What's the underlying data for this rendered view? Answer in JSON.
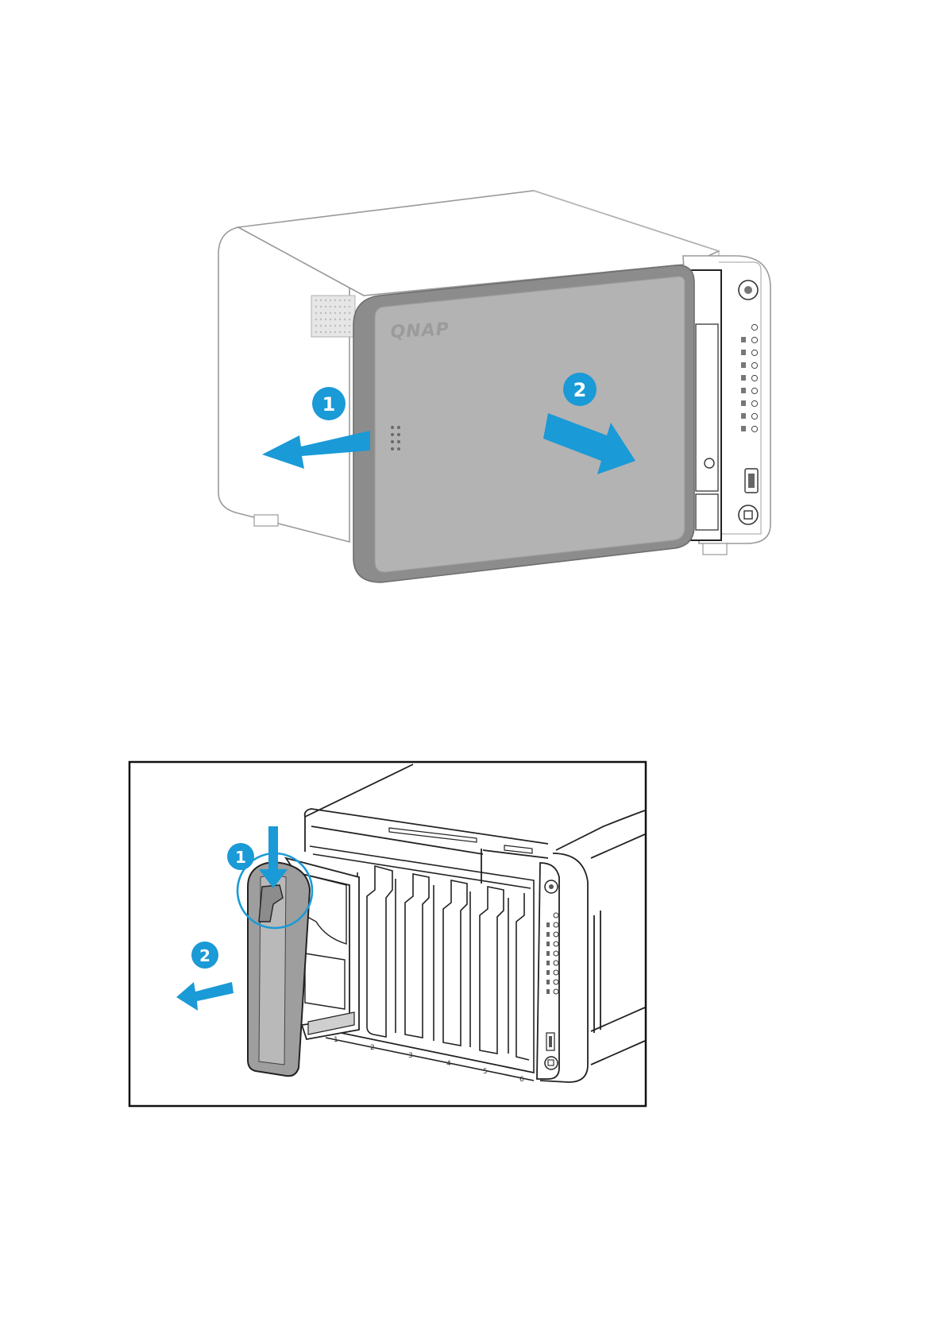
{
  "figure1": {
    "logo": "QNAP",
    "steps": [
      {
        "label": "1"
      },
      {
        "label": "2"
      }
    ],
    "colors": {
      "accent": "#1a9ad6",
      "cover": "#b3b3b3",
      "cover_edge": "#8c8c8c"
    },
    "icons": [
      "arrow-left-icon",
      "arrow-right-icon",
      "power-button-icon",
      "usb-port-icon",
      "copy-button-icon"
    ]
  },
  "figure2": {
    "steps": [
      {
        "label": "1"
      },
      {
        "label": "2"
      }
    ],
    "bay_numbers": [
      "1",
      "2",
      "3",
      "4",
      "5",
      "6"
    ],
    "colors": {
      "accent": "#1a9ad6",
      "tray": "#9e9e9e"
    },
    "icons": [
      "arrow-down-icon",
      "arrow-left-icon",
      "release-latch-callout-icon",
      "power-button-icon",
      "usb-port-icon",
      "copy-button-icon"
    ]
  }
}
